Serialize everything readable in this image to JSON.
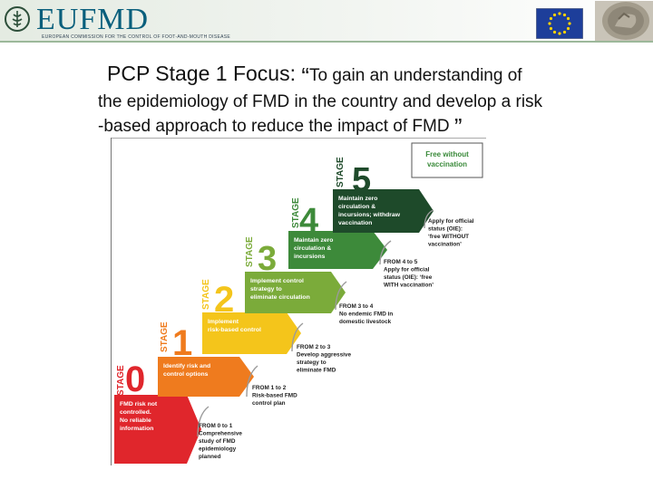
{
  "header": {
    "org_name": "EUFMD",
    "org_subtitle": "EUROPEAN COMMISSION FOR THE CONTROL OF FOOT-AND-MOUTH DISEASE",
    "logo_icon": "fao-logo-icon",
    "flag_icon": "eu-flag-icon",
    "coin_icon": "coin-image",
    "accent": "#0a5f7c"
  },
  "slide": {
    "title_bold": "PCP Stage 1 Focus:",
    "open_quote": "“",
    "line1": "To gain an understanding of",
    "line2": "the epidemiology of FMD in the country and develop a risk",
    "line3": "-based approach to reduce the impact of FMD",
    "close_quote": "”"
  },
  "diagram": {
    "stage_word": "STAGE",
    "final": [
      "Free without",
      "vaccination"
    ],
    "steps": [
      {
        "number": "0",
        "color": "#e0262c",
        "text_color": "#ffffff",
        "label": [
          "FMD risk not",
          "controlled.",
          "No reliable",
          "information"
        ]
      },
      {
        "number": "1",
        "color": "#ef7b1e",
        "text_color": "#ffffff",
        "label": [
          "Identify risk and",
          "control options"
        ]
      },
      {
        "number": "2",
        "color": "#f4c51b",
        "text_color": "#ffffff",
        "label": [
          "Implement",
          "risk-based control"
        ]
      },
      {
        "number": "3",
        "color": "#7bab3a",
        "text_color": "#ffffff",
        "label": [
          "Implement control",
          "strategy to",
          "eliminate circulation"
        ]
      },
      {
        "number": "4",
        "color": "#3d8a3a",
        "text_color": "#ffffff",
        "label": [
          "Maintain zero",
          "circulation &",
          "incursions"
        ]
      },
      {
        "number": "5",
        "color": "#1e4a2a",
        "text_color": "#ffffff",
        "label": [
          "Maintain zero",
          "circulation &",
          "incursions; withdraw",
          "vaccination"
        ]
      }
    ],
    "transitions": [
      {
        "lines": [
          "FROM 0 to 1",
          "Comprehensive",
          "study of FMD",
          "epidemiology",
          "planned"
        ]
      },
      {
        "lines": [
          "FROM 1 to 2",
          "Risk-based FMD",
          "control plan"
        ]
      },
      {
        "lines": [
          "FROM 2 to 3",
          "Develop aggressive",
          "strategy to",
          "eliminate FMD"
        ]
      },
      {
        "lines": [
          "FROM 3 to 4",
          "No endemic FMD in",
          "domestic livestock"
        ]
      },
      {
        "lines": [
          "FROM 4 to 5",
          "Apply for official",
          "status (OIE): ‘free",
          "WITH vaccination’"
        ]
      },
      {
        "lines": [
          "Apply for official",
          "status (OIE):",
          "‘free WITHOUT",
          "vaccination’"
        ]
      }
    ]
  }
}
